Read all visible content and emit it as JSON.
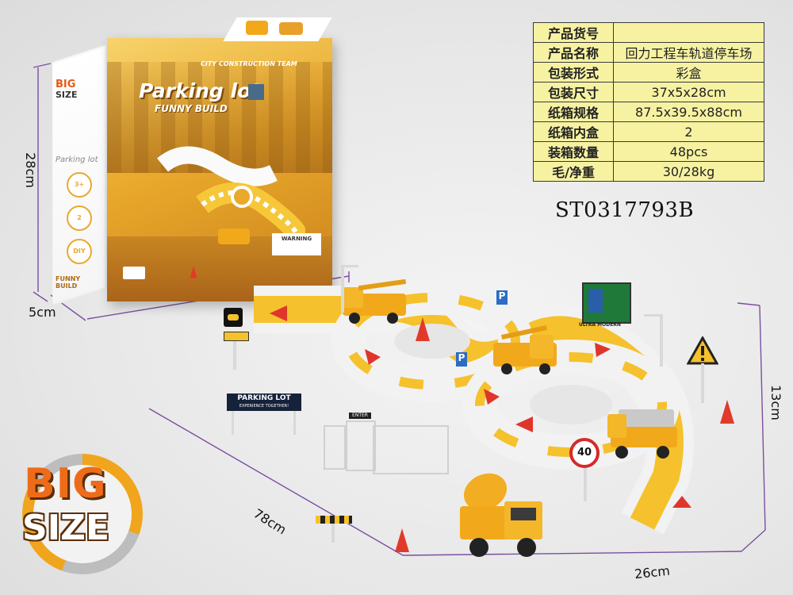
{
  "spec_table": {
    "rows": [
      {
        "key": "产品货号",
        "value": ""
      },
      {
        "key": "产品名称",
        "value": "回力工程车轨道停车场"
      },
      {
        "key": "包装形式",
        "value": "彩盒"
      },
      {
        "key": "包装尺寸",
        "value": "37x5x28cm"
      },
      {
        "key": "纸箱规格",
        "value": "87.5x39.5x88cm"
      },
      {
        "key": "纸箱内盒",
        "value": "2"
      },
      {
        "key": "装箱数量",
        "value": "48pcs"
      },
      {
        "key": "毛/净重",
        "value": "30/28kg"
      }
    ],
    "sku": "ST0317793B"
  },
  "box_dimensions": {
    "height": "28cm",
    "width": "37cm",
    "depth": "5cm"
  },
  "playset_dimensions": {
    "depth": "78cm",
    "width": "26cm",
    "height": "13cm"
  },
  "box_art": {
    "title": "Parking lot",
    "subtitle": "FUNNY BUILD",
    "team": "CITY CONSTRUCTION TEAM",
    "badge_big": "BIG",
    "badge_size": "SIZE",
    "side_badges": [
      "3+",
      "2",
      "DIY"
    ],
    "side_title": "Parking lot",
    "side_footer": "FUNNY BUILD",
    "warning": "WARNING"
  },
  "signs": {
    "parking_lot": "PARKING LOT",
    "parking_sub": "EXPERIENCE TOGETHER!",
    "enter": "ENTER",
    "speed": "40",
    "p_letter": "P",
    "ultra_modern": "ULTRA MODERN"
  },
  "logo": {
    "big": "BIG",
    "size": "SIZE"
  },
  "colors": {
    "accent": "#f0a51c",
    "track_yellow": "#f5c12c",
    "track_white": "#f4f4f4",
    "arrow_red": "#e0352b",
    "table_bg": "#f6f2a2",
    "dim_line": "#7b4fa0"
  }
}
